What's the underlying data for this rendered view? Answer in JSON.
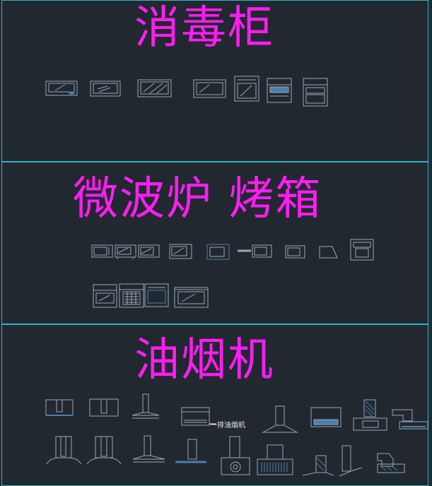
{
  "sections": [
    {
      "title": "消毒柜"
    },
    {
      "title": "微波炉  烤箱"
    },
    {
      "title": "油烟机"
    }
  ],
  "annotations": {
    "range_hood_label": "一排油烟机"
  },
  "colors": {
    "background": "#212830",
    "border": "#2fb6c8",
    "title": "#ff1df2",
    "line": "#9aa8b4",
    "accent": "#4a7fb0"
  }
}
